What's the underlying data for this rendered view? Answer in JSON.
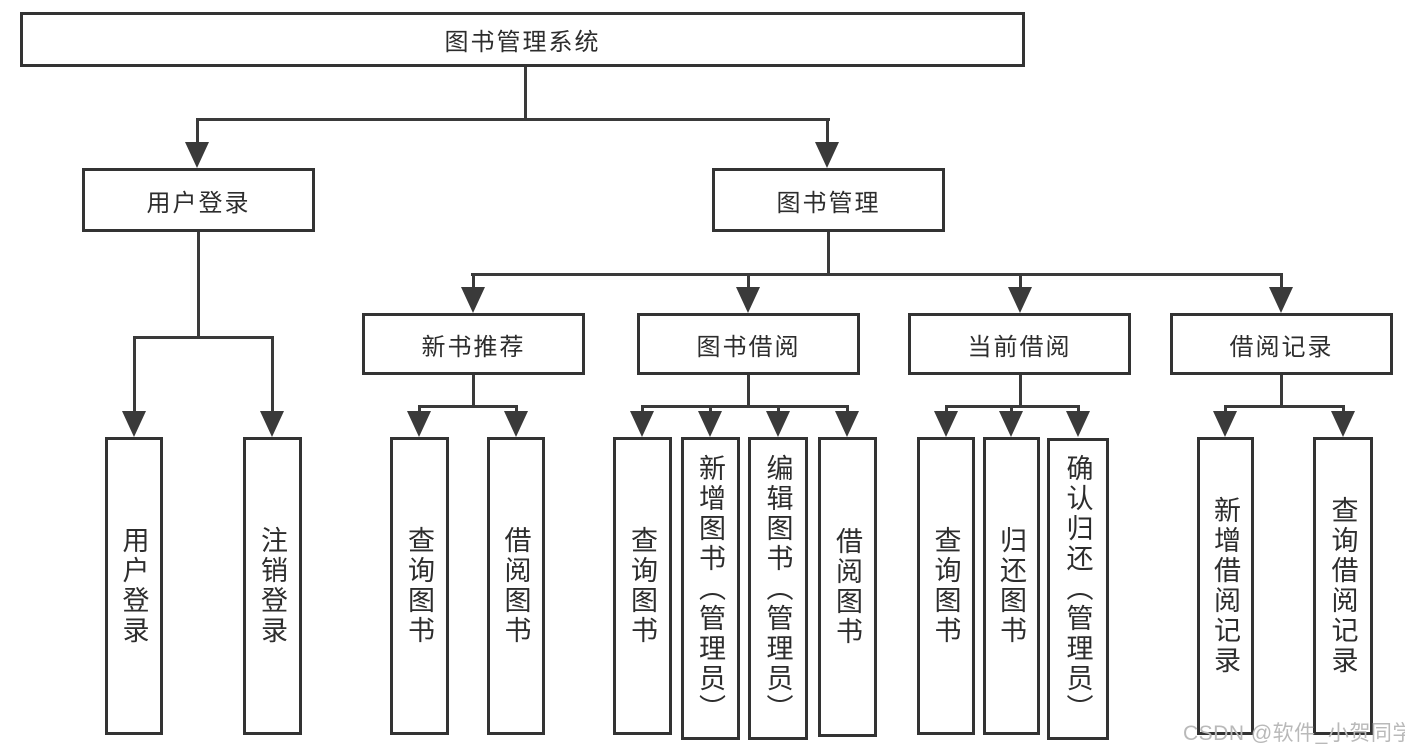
{
  "colors": {
    "line": "#3a3a3a",
    "border": "#333333",
    "fill": "#ffffff",
    "text": "#2d2d2d",
    "watermark": "#b9b9b9"
  },
  "watermark": "CSDN @软件_小贺同学",
  "nodes": {
    "root": {
      "label": "图书管理系统"
    },
    "user_login": {
      "label": "用户登录"
    },
    "book_management": {
      "label": "图书管理"
    },
    "login": {
      "label": "用户登录"
    },
    "logout": {
      "label": "注销登录"
    },
    "new_book_recommend": {
      "label": "新书推荐"
    },
    "book_borrowing": {
      "label": "图书借阅"
    },
    "current_borrowing": {
      "label": "当前借阅"
    },
    "borrowing_records": {
      "label": "借阅记录"
    },
    "query_books_recommend": {
      "label": "查询图书"
    },
    "borrow_books_recommend": {
      "label": "借阅图书"
    },
    "query_books_borrowing": {
      "label": "查询图书"
    },
    "add_books_admin": {
      "label": "新增图书（管理员）"
    },
    "edit_books_admin": {
      "label": "编辑图书（管理员）"
    },
    "borrow_books_borrowing": {
      "label": "借阅图书"
    },
    "query_books_current": {
      "label": "查询图书"
    },
    "return_books": {
      "label": "归还图书"
    },
    "confirm_return_admin": {
      "label": "确认归还（管理员）"
    },
    "add_borrow_record": {
      "label": "新增借阅记录"
    },
    "query_borrow_record": {
      "label": "查询借阅记录"
    }
  }
}
